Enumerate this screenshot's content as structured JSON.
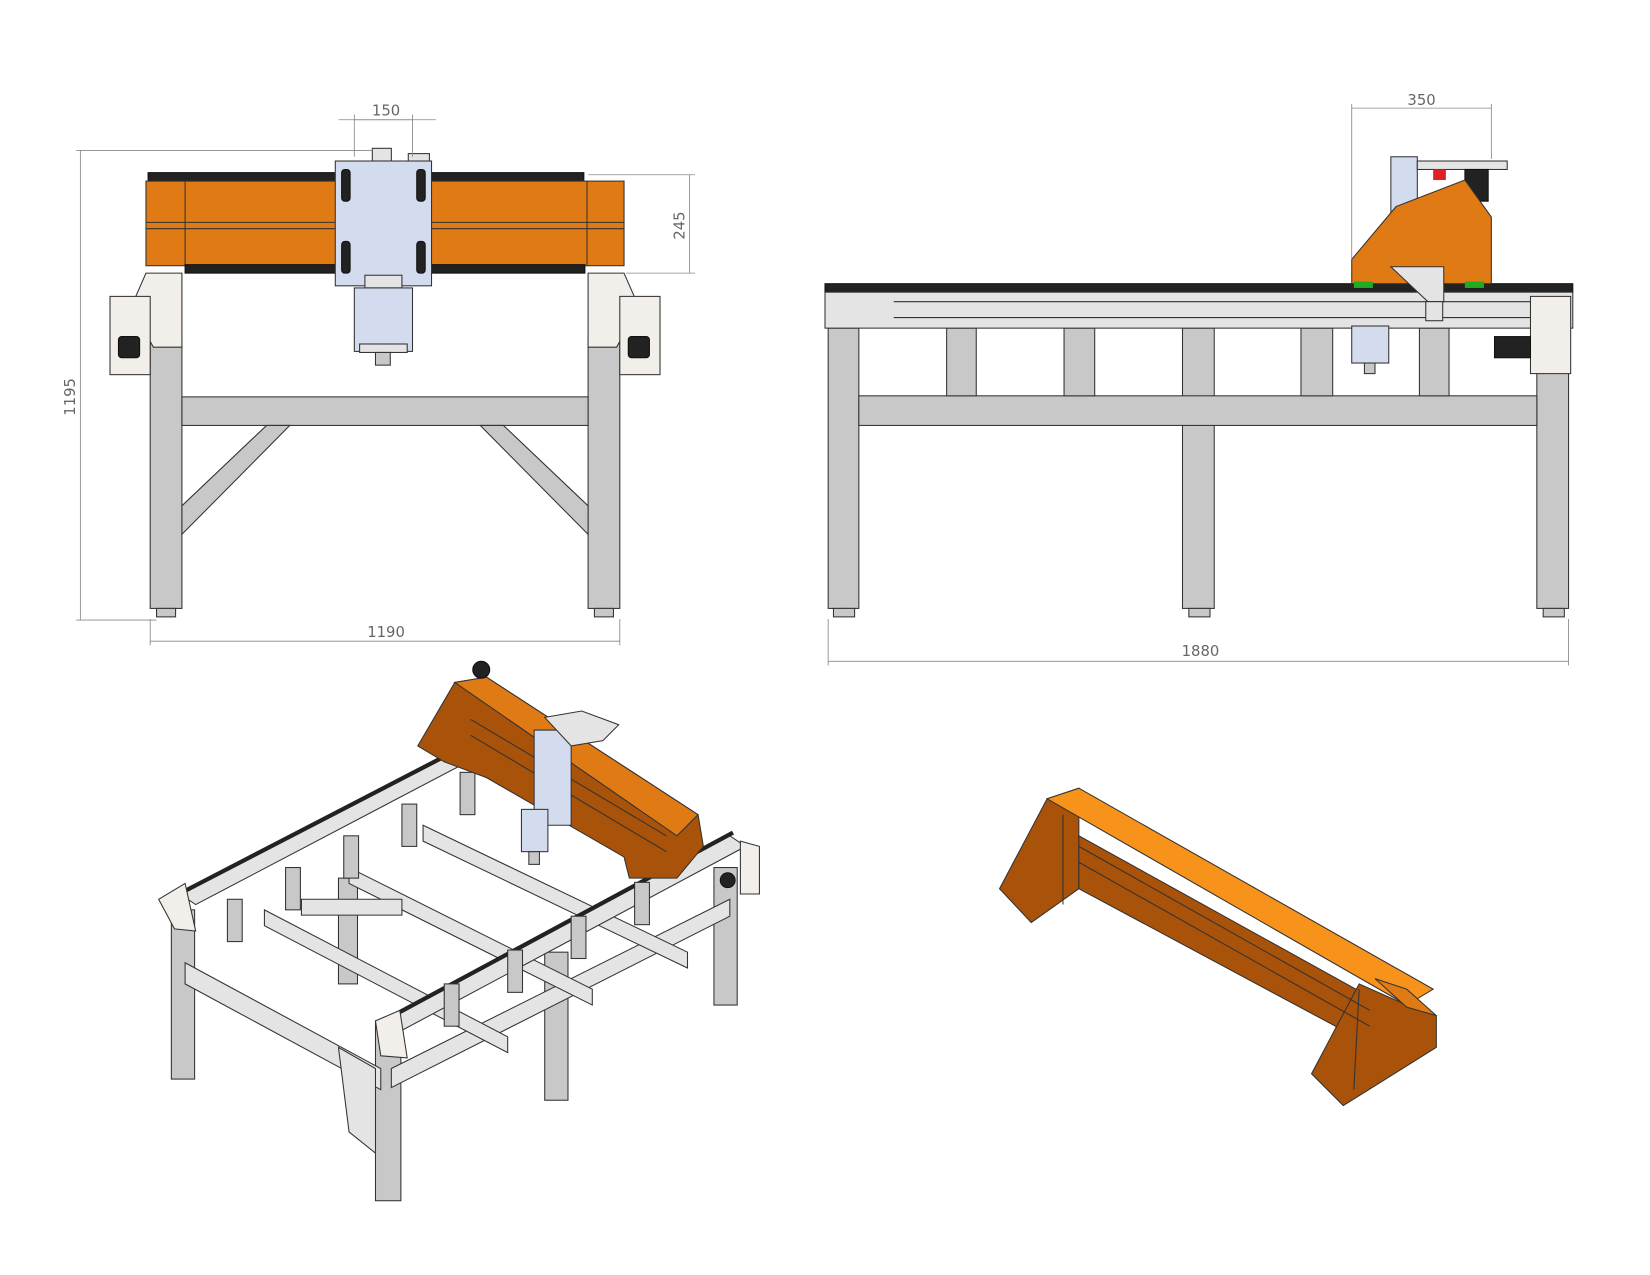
{
  "drawing": {
    "front_view": {
      "dimensions": {
        "carriage_width": "150",
        "gantry_height": "245",
        "overall_height": "1195",
        "overall_width": "1190"
      }
    },
    "side_view": {
      "dimensions": {
        "gantry_depth": "350",
        "overall_length": "1880"
      }
    },
    "colors": {
      "gantry": "#e07a14",
      "frame": "#c8c8c8",
      "carriage": "#d3dcee",
      "end_plate": "#f2eeea"
    }
  }
}
